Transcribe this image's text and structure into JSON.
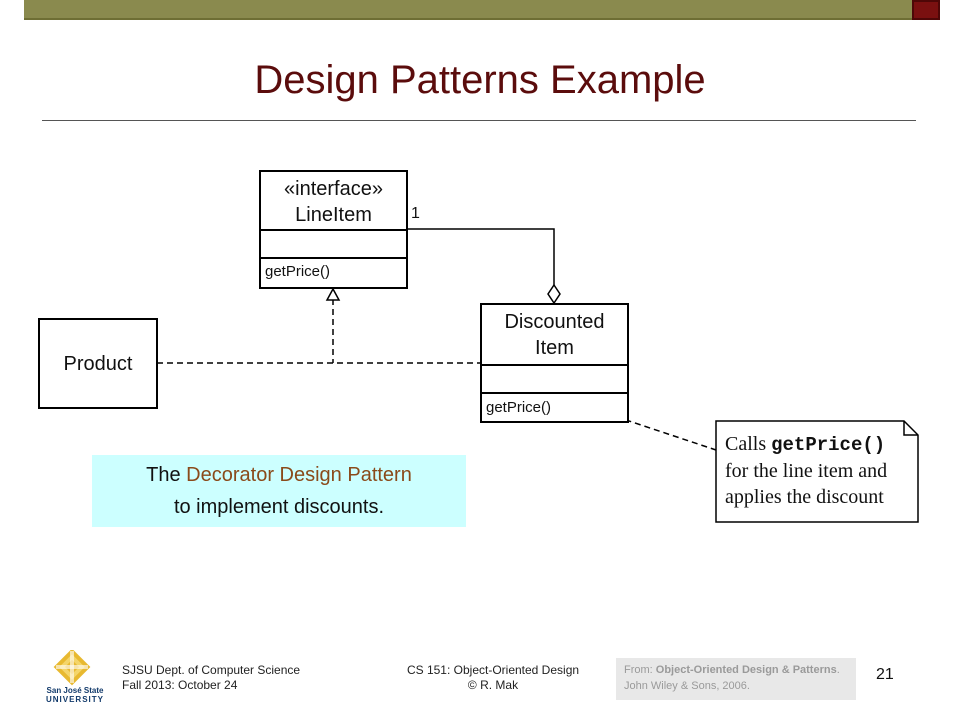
{
  "slide": {
    "title": "Design Patterns Example",
    "page_number": "21"
  },
  "diagram": {
    "lineitem": {
      "stereotype": "«interface»",
      "name": "LineItem",
      "operation": "getPrice()"
    },
    "multiplicity": "1",
    "discounted": {
      "name_line1": "Discounted",
      "name_line2": "Item",
      "operation": "getPrice()"
    },
    "product": {
      "name": "Product"
    },
    "note": {
      "line1_prefix": "Calls ",
      "line1_code": "getPrice()",
      "line2": "for the line item and",
      "line3": "applies the discount"
    }
  },
  "caption": {
    "prefix": "The ",
    "highlight": "Decorator Design Pattern",
    "line2": "to implement discounts."
  },
  "footer": {
    "left_line1": "SJSU Dept. of Computer Science",
    "left_line2": "Fall 2013: October 24",
    "center_line1": "CS 151: Object-Oriented Design",
    "center_line2": "© R. Mak",
    "credit_prefix": "From: ",
    "credit_title": "Object-Oriented  Design & Patterns",
    "credit_suffix": ". John Wiley & Sons, 2006.",
    "logo_line1": "San José State",
    "logo_line2": "UNIVERSITY"
  },
  "colors": {
    "title": "#5b0c0c",
    "topbar": "#8a8a4e",
    "caption_bg": "#ccffff",
    "caption_highlight": "#8a4a1a"
  }
}
